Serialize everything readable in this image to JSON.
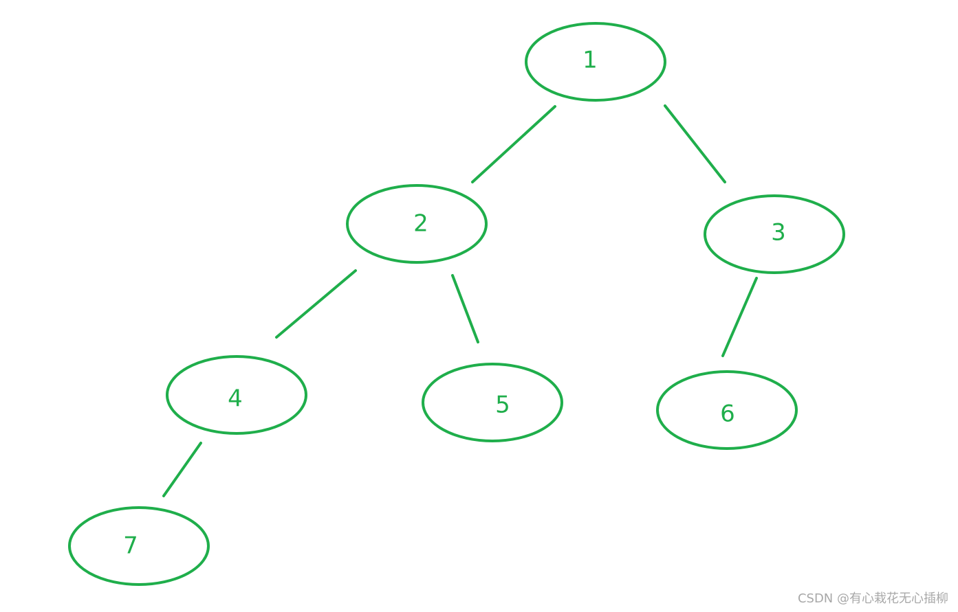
{
  "colors": {
    "stroke": "#1fae4b",
    "watermark": "#a8a8a8"
  },
  "nodes": [
    {
      "id": "n1",
      "label": "1"
    },
    {
      "id": "n2",
      "label": "2"
    },
    {
      "id": "n3",
      "label": "3"
    },
    {
      "id": "n4",
      "label": "4"
    },
    {
      "id": "n5",
      "label": "5"
    },
    {
      "id": "n6",
      "label": "6"
    },
    {
      "id": "n7",
      "label": "7"
    }
  ],
  "edges": [
    {
      "from": "n1",
      "to": "n2"
    },
    {
      "from": "n1",
      "to": "n3"
    },
    {
      "from": "n2",
      "to": "n4"
    },
    {
      "from": "n2",
      "to": "n5"
    },
    {
      "from": "n3",
      "to": "n6"
    },
    {
      "from": "n4",
      "to": "n7"
    }
  ],
  "watermark": {
    "text": "CSDN @有心栽花无心插柳"
  }
}
